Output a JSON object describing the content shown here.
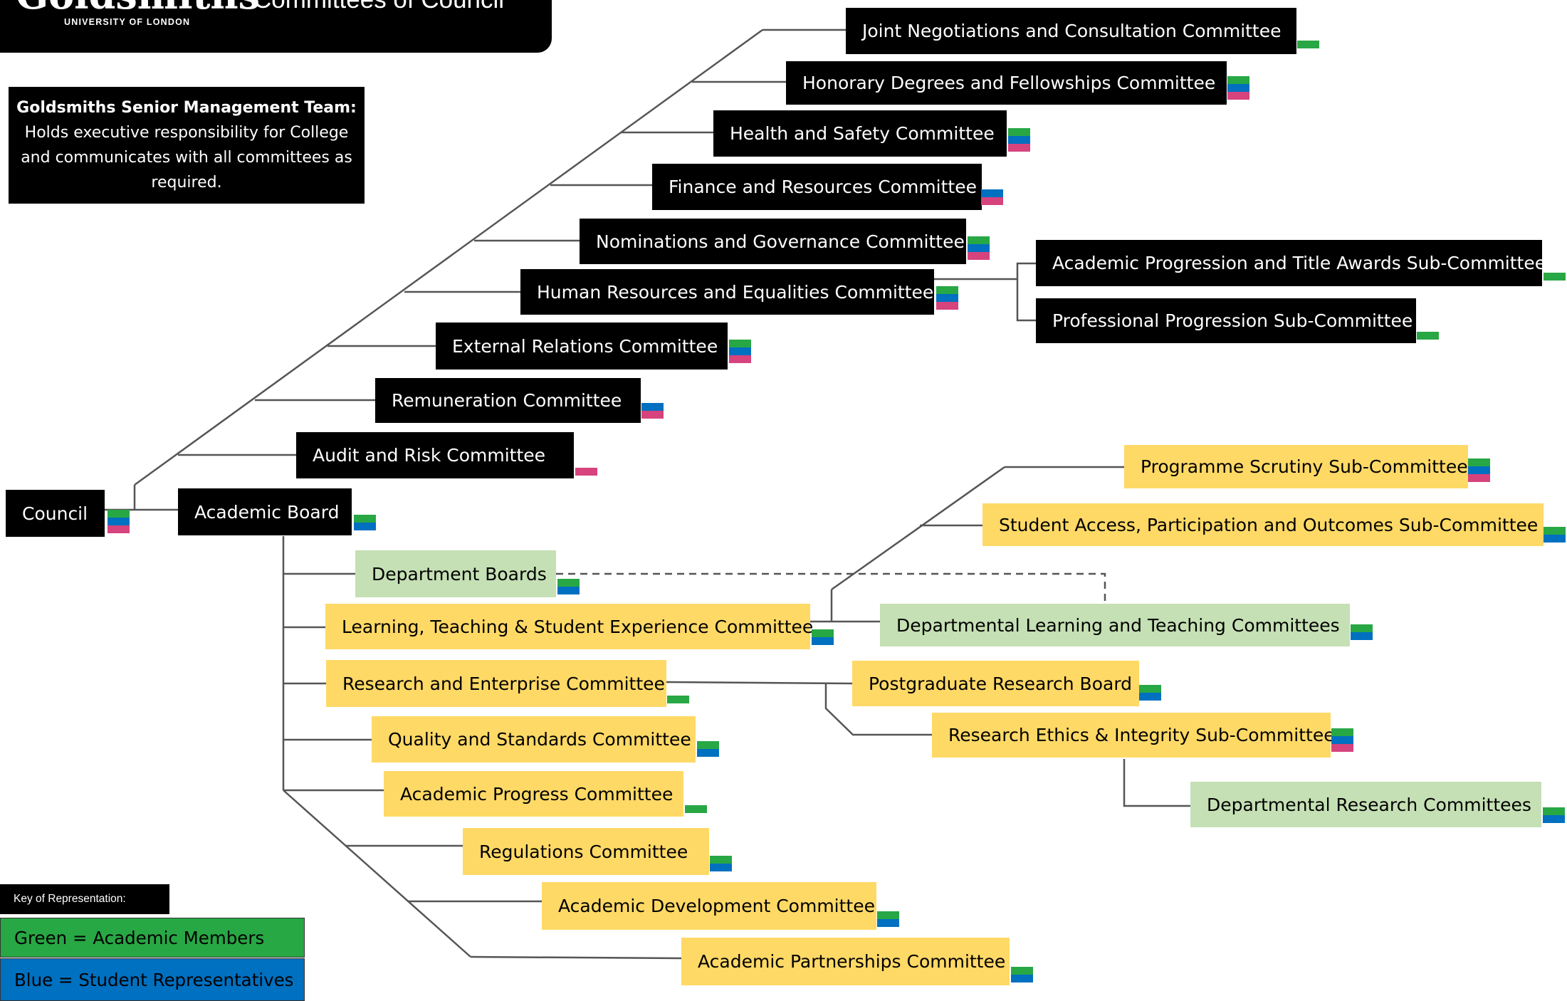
{
  "header": {
    "logo_word": "Goldsmiths",
    "logo_sub": "UNIVERSITY OF LONDON",
    "title": "Committees of Council"
  },
  "smt": {
    "title": "Goldsmiths Senior Management Team:",
    "body": "Holds executive responsibility for College and communicates with all committees as required."
  },
  "colors": {
    "black_box": "#000000",
    "yellow_box": "#ffd966",
    "green_box": "#c5e0b4",
    "academic_members": "#28a745",
    "student_representatives": "#0070c0",
    "pink": "#d6437d"
  },
  "committees": [
    {
      "id": "council",
      "label": "Council",
      "tone": "black",
      "rep": [
        "G",
        "B",
        "P"
      ]
    },
    {
      "id": "jnc",
      "label": "Joint Negotiations and Consultation Committee",
      "tone": "black",
      "rep": [
        "G"
      ]
    },
    {
      "id": "hdf",
      "label": "Honorary Degrees and Fellowships Committee",
      "tone": "black",
      "rep": [
        "G",
        "B",
        "P"
      ]
    },
    {
      "id": "hs",
      "label": "Health and Safety Committee",
      "tone": "black",
      "rep": [
        "G",
        "B",
        "P"
      ]
    },
    {
      "id": "fr",
      "label": "Finance and Resources Committee",
      "tone": "black",
      "rep": [
        "B",
        "P"
      ]
    },
    {
      "id": "ng",
      "label": "Nominations and Governance Committee",
      "tone": "black",
      "rep": [
        "G",
        "B",
        "P"
      ]
    },
    {
      "id": "hre",
      "label": "Human Resources and Equalities Committee",
      "tone": "black",
      "rep": [
        "G",
        "B",
        "P"
      ]
    },
    {
      "id": "er",
      "label": "External Relations Committee",
      "tone": "black",
      "rep": [
        "G",
        "B",
        "P"
      ]
    },
    {
      "id": "rem",
      "label": "Remuneration Committee",
      "tone": "black",
      "rep": [
        "B",
        "P"
      ]
    },
    {
      "id": "ar",
      "label": "Audit and Risk Committee",
      "tone": "black",
      "rep": [
        "P"
      ]
    },
    {
      "id": "aptas",
      "label": "Academic Progression and Title Awards Sub-Committee",
      "tone": "black",
      "rep": [
        "G"
      ]
    },
    {
      "id": "pps",
      "label": "Professional Progression Sub-Committee",
      "tone": "black",
      "rep": [
        "G"
      ]
    },
    {
      "id": "ab",
      "label": "Academic Board",
      "tone": "black",
      "rep": [
        "G",
        "B"
      ]
    },
    {
      "id": "db",
      "label": "Department Boards",
      "tone": "green",
      "rep": [
        "G",
        "B"
      ]
    },
    {
      "id": "ltse",
      "label": "Learning, Teaching & Student Experience Committee",
      "tone": "yellow",
      "rep": [
        "G",
        "B"
      ]
    },
    {
      "id": "re",
      "label": "Research and Enterprise Committee",
      "tone": "yellow",
      "rep": [
        "G"
      ]
    },
    {
      "id": "qs",
      "label": "Quality and Standards Committee",
      "tone": "yellow",
      "rep": [
        "G",
        "B"
      ]
    },
    {
      "id": "ap",
      "label": "Academic Progress Committee",
      "tone": "yellow",
      "rep": [
        "G"
      ]
    },
    {
      "id": "reg",
      "label": "Regulations Committee",
      "tone": "yellow",
      "rep": [
        "G",
        "B"
      ]
    },
    {
      "id": "ad",
      "label": "Academic Development Committee",
      "tone": "yellow",
      "rep": [
        "G",
        "B"
      ]
    },
    {
      "id": "apart",
      "label": "Academic Partnerships Committee",
      "tone": "yellow",
      "rep": [
        "G",
        "B"
      ]
    },
    {
      "id": "ps",
      "label": "Programme Scrutiny Sub-Committee",
      "tone": "yellow",
      "rep": [
        "G",
        "B",
        "P"
      ]
    },
    {
      "id": "sapo",
      "label": "Student Access, Participation and Outcomes Sub-Committee",
      "tone": "yellow",
      "rep": [
        "G",
        "B"
      ]
    },
    {
      "id": "dltc",
      "label": "Departmental Learning and Teaching Committees",
      "tone": "green",
      "rep": [
        "G",
        "B"
      ]
    },
    {
      "id": "prb",
      "label": "Postgraduate Research Board",
      "tone": "yellow",
      "rep": [
        "G",
        "B"
      ]
    },
    {
      "id": "rei",
      "label": "Research Ethics & Integrity Sub-Committee",
      "tone": "yellow",
      "rep": [
        "G",
        "B",
        "P"
      ]
    },
    {
      "id": "drc",
      "label": "Departmental Research Committees",
      "tone": "green",
      "rep": [
        "G",
        "B"
      ]
    }
  ],
  "key": {
    "title": "Key of Representation:",
    "items": [
      {
        "label": "Green = Academic Members",
        "color": "#28a745"
      },
      {
        "label": "Blue = Student Representatives",
        "color": "#0070c0"
      }
    ]
  }
}
